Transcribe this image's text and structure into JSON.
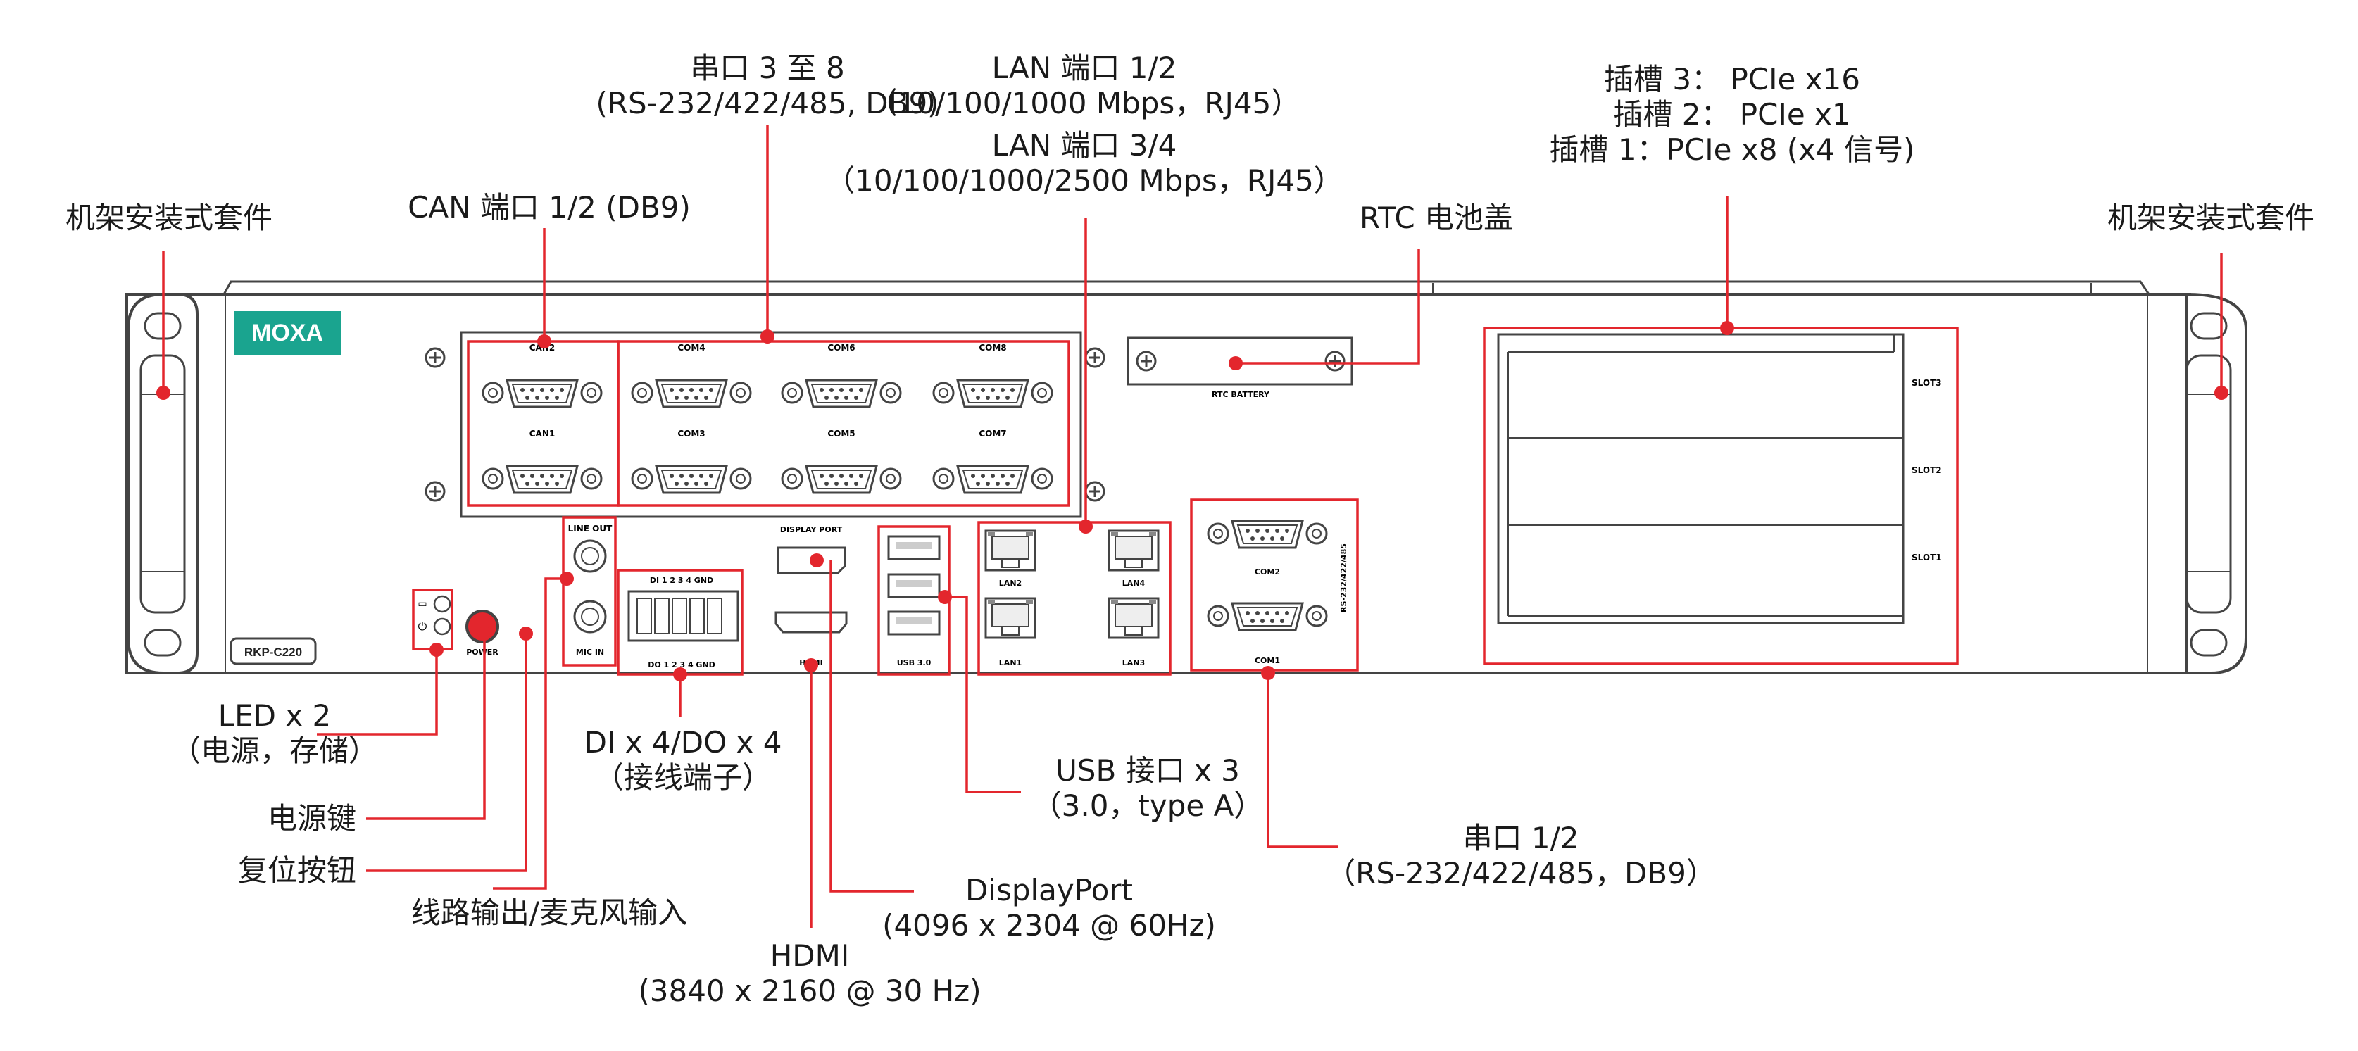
{
  "device": {
    "brand": "MOXA",
    "model": "RKP-C220",
    "power_label": "POWER",
    "rtc_label": "RTC BATTERY",
    "usb_label": "USB 3.0",
    "hdmi_label": "HDMI",
    "displayport_label": "DISPLAY PORT",
    "line_out_label": "LINE OUT",
    "mic_in_label": "MIC IN",
    "di_header": "DI  1  2  3  4  GND",
    "do_header": "DO  1  2  3  4  GND",
    "can_ports": [
      "CAN2",
      "CAN1"
    ],
    "com_top": [
      "COM4",
      "COM6",
      "COM8"
    ],
    "com_bottom": [
      "COM3",
      "COM5",
      "COM7"
    ],
    "lan_left": [
      "LAN2",
      "LAN1"
    ],
    "lan_right": [
      "LAN4",
      "LAN3"
    ],
    "com12": [
      "COM2",
      "COM1"
    ],
    "com12_side": "RS-232/422/485",
    "slots": [
      "SLOT3",
      "SLOT2",
      "SLOT1"
    ]
  },
  "callouts": {
    "rack_left": "机架安装式套件",
    "rack_right": "机架安装式套件",
    "can": "CAN 端口 1/2 (DB9)",
    "serial38_l1": "串口 3 至 8",
    "serial38_l2": "(RS-232/422/485, DB9)",
    "lan12_l1": "LAN 端口 1/2",
    "lan12_l2": "（10/100/1000 Mbps，RJ45）",
    "lan34_l1": "LAN 端口 3/4",
    "lan34_l2": "（10/100/1000/2500 Mbps，RJ45）",
    "rtc": "RTC 电池盖",
    "slot3": "插槽 3：  PCIe x16",
    "slot2": "插槽 2：  PCIe x1",
    "slot1": "插槽 1：PCIe x8 (x4 信号)",
    "led_l1": "LED x 2",
    "led_l2": "（电源，存储）",
    "power_key": "电源键",
    "reset": "复位按钮",
    "audio": "线路输出/麦克风输入",
    "dio_l1": "DI x 4/DO x 4",
    "dio_l2": "（接线端子）",
    "hdmi_l1": "HDMI",
    "hdmi_l2": "(3840 x 2160 @ 30 Hz)",
    "dp_l1": "DisplayPort",
    "dp_l2": "(4096 x 2304 @ 60Hz)",
    "usb_l1": "USB 接口 x 3",
    "usb_l2": "（3.0，type A）",
    "serial12_l1": "串口 1/2",
    "serial12_l2": "（RS-232/422/485，DB9）"
  },
  "colors": {
    "accent": "#e3262d",
    "brand": "#1aa48f",
    "stroke": "#444444"
  }
}
